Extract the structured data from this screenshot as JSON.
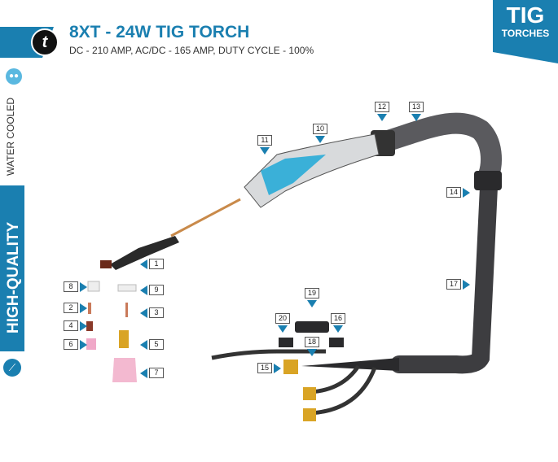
{
  "header": {
    "title": "8XT - 24W TIG TORCH",
    "subtitle": "DC - 210 AMP, AC/DC - 165 AMP, DUTY CYCLE - 100%",
    "logo": "t",
    "corner_line1": "TIG",
    "corner_line2": "TORCHES"
  },
  "sidebar": {
    "cooling_label": "WATER COOLED",
    "quality_label": "HIGH-QUALITY",
    "cooling_icon": "water-drops-icon",
    "tig_icon": "tig-torch-icon"
  },
  "parts": {
    "p1": "1",
    "p2": "2",
    "p3": "3",
    "p4": "4",
    "p5": "5",
    "p6": "6",
    "p7": "7",
    "p8": "8",
    "p9": "9",
    "p10": "10",
    "p11": "11",
    "p12": "12",
    "p13": "13",
    "p14": "14",
    "p15": "15",
    "p16": "16",
    "p17": "17",
    "p18": "18",
    "p19": "19",
    "p20": "20"
  },
  "colors": {
    "brand": "#1a7fb0",
    "accent": "#3ab0d8"
  }
}
